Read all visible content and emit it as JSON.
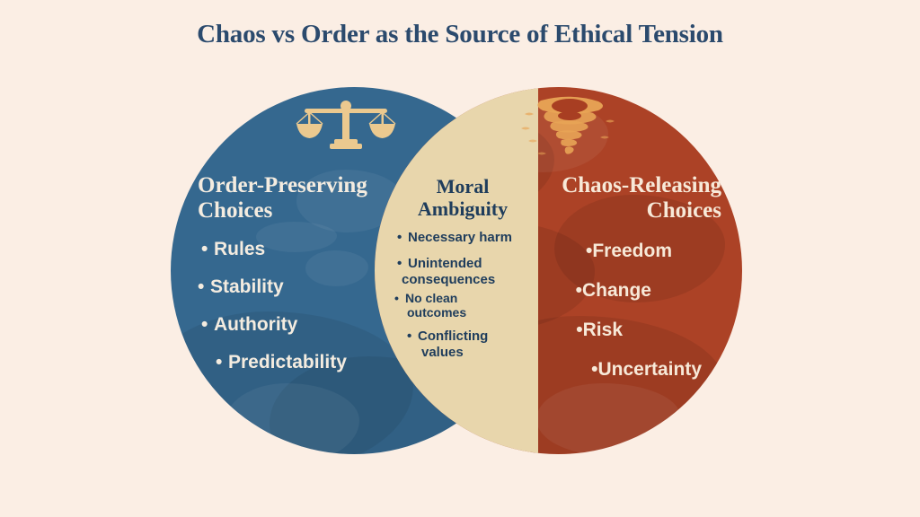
{
  "page": {
    "title": "Chaos vs Order as the Source of Ethical Tension",
    "background_color": "#fbeee4",
    "title_color": "#2b4a6d"
  },
  "diagram": {
    "type": "venn",
    "left": {
      "heading_line1": "Order-Preserving",
      "heading_line2": "Choices",
      "fill_color": "#35688f",
      "text_color": "#f4ece0",
      "icon": "balance-scale-icon",
      "items": [
        "Rules",
        "Stability",
        "Authority",
        "Predictability"
      ]
    },
    "center": {
      "heading_line1": "Moral",
      "heading_line2": "Ambiguity",
      "fill_color": "#e8d6ac",
      "text_color": "#1f3d5c",
      "items": [
        {
          "line1": "Necessary harm",
          "line2": ""
        },
        {
          "line1": "Unintended",
          "line2": "consequences"
        },
        {
          "line1": "No clean",
          "line2": "outcomes"
        },
        {
          "line1": "Conflicting",
          "line2": "values"
        }
      ]
    },
    "right": {
      "heading_line1": "Chaos-Releasing",
      "heading_line2": "Choices",
      "fill_color": "#ac4226",
      "text_color": "#f7e9d8",
      "icon": "tornado-icon",
      "items": [
        "Freedom",
        "Change",
        "Risk",
        "Uncertainty"
      ]
    },
    "bullet_glyph": "•"
  }
}
